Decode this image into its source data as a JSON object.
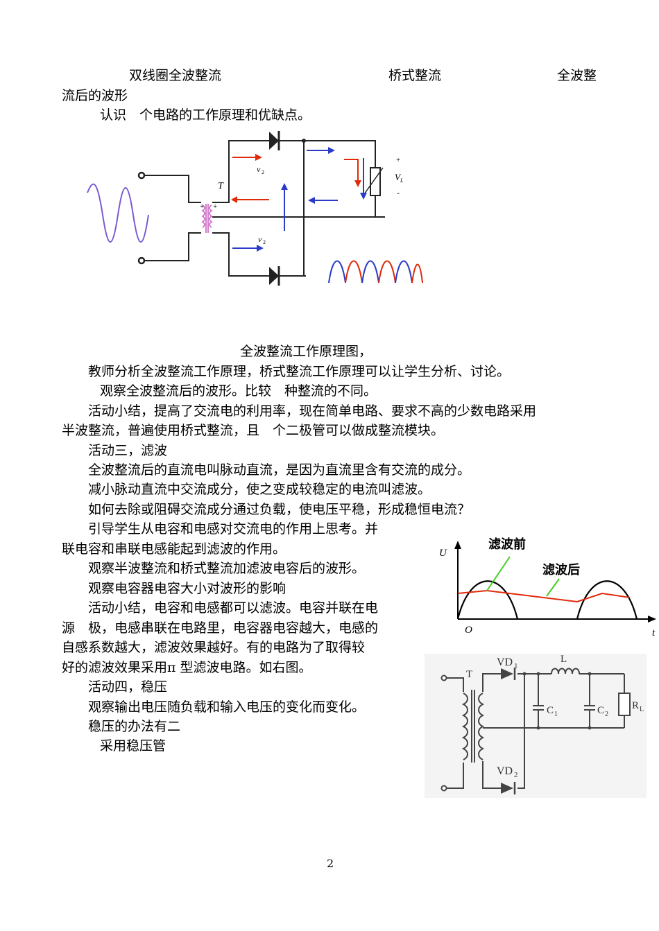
{
  "captions": {
    "c1": "双线圈全波整流",
    "c2": "桥式整流",
    "c3": "全波整",
    "c3_cont": "流后的波形"
  },
  "intro": "认识　个电路的工作原理和优缺点。",
  "fig1": {
    "label_T": "T",
    "label_v2_top": "v",
    "label_v2_bottom": "v",
    "label_v2_sub": "2",
    "label_plus": "+",
    "label_minus": "-",
    "label_VL": "V",
    "label_VL_sub": "L",
    "caption": "全波整流工作原理图，"
  },
  "para": [
    "教师分析全波整流工作原理，桥式整流工作原理可以让学生分析、讨论。",
    "观察全波整流后的波形。比较　种整流的不同。",
    "活动小结，提高了交流电的利用率，现在简单电路、要求不高的少数电路采用",
    "半波整流，普遍使用桥式整流，且　个二极管可以做成整流模块。",
    "活动三，滤波",
    "全波整流后的直流电叫脉动直流，是因为直流里含有交流的成分。",
    "减小脉动直流中交流成分，使之变成较稳定的电流叫滤波。",
    "如何去除或阻碍交流成分通过负载，使电压平稳，形成稳恒电流？",
    "引导学生从电容和电感对交流电的作用上思考。并",
    "联电容和串联电感能起到滤波的作用。",
    "观察半波整流和桥式整流加滤波电容后的波形。",
    "观察电容器电容大小对波形的影响",
    "活动小结，电容和电感都可以滤波。电容并联在电",
    "源　极，电感串联在电路里，电容器电容越大，电感的",
    "自感系数越大，滤波效果越好。有的电路为了取得较",
    "好的滤波效果采用π 型滤波电路。如右图。",
    "活动四，稳压",
    "观察输出电压随负载和输入电压的变化而变化。",
    "稳压的办法有二",
    "采用稳压管"
  ],
  "fig2": {
    "label_U": "U",
    "label_O": "O",
    "label_t": "t",
    "label_before": "滤波前",
    "label_after": "滤波后"
  },
  "fig3": {
    "label_T": "T",
    "label_VD1": "VD",
    "label_VD1_sub": "1",
    "label_VD2": "VD",
    "label_VD2_sub": "2",
    "label_L": "L",
    "label_C1": "C",
    "label_C1_sub": "1",
    "label_C2": "C",
    "label_C2_sub": "2",
    "label_RL": "R",
    "label_RL_sub": "L"
  },
  "page_number": "2",
  "colors": {
    "red": "#e02a0a",
    "blue": "#2a3bc8",
    "green": "#3fcf1f",
    "purple": "#8a6fd0",
    "magenta": "#d070c8"
  }
}
